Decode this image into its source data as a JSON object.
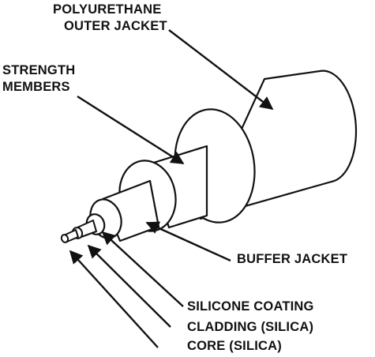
{
  "labels": {
    "outer_jacket": {
      "line1": "POLYURETHANE",
      "line2": "OUTER JACKET"
    },
    "strength_members": {
      "line1": "STRENGTH",
      "line2": "MEMBERS"
    },
    "buffer_jacket": "BUFFER JACKET",
    "silicone_coating": "SILICONE COATING",
    "cladding": "CLADDING (SILICA)",
    "core": "CORE (SILICA)"
  },
  "colors": {
    "line": "#111111",
    "fill": "#ffffff"
  }
}
